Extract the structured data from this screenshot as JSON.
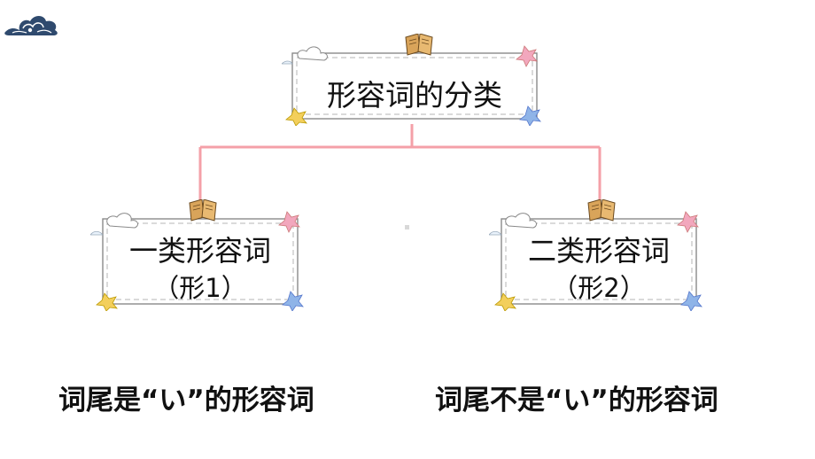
{
  "diagram": {
    "root": {
      "label": "形容词的分类"
    },
    "children": [
      {
        "id": "type1",
        "line1": "一类形容词",
        "line2": "（形1）",
        "description": "词尾是“い”的形容词"
      },
      {
        "id": "type2",
        "line1": "二类形容词",
        "line2": "（形2）",
        "description": "词尾不是“い”的形容词"
      }
    ],
    "colors": {
      "connector": "#f4a0a8",
      "frame": "#8a8a8a",
      "ribbon": "#d9a45a",
      "star_pink": "#f2a7bd",
      "star_yellow": "#f3cf5c",
      "star_blue": "#8fb4e8",
      "logo": "#2f4a6e"
    }
  }
}
